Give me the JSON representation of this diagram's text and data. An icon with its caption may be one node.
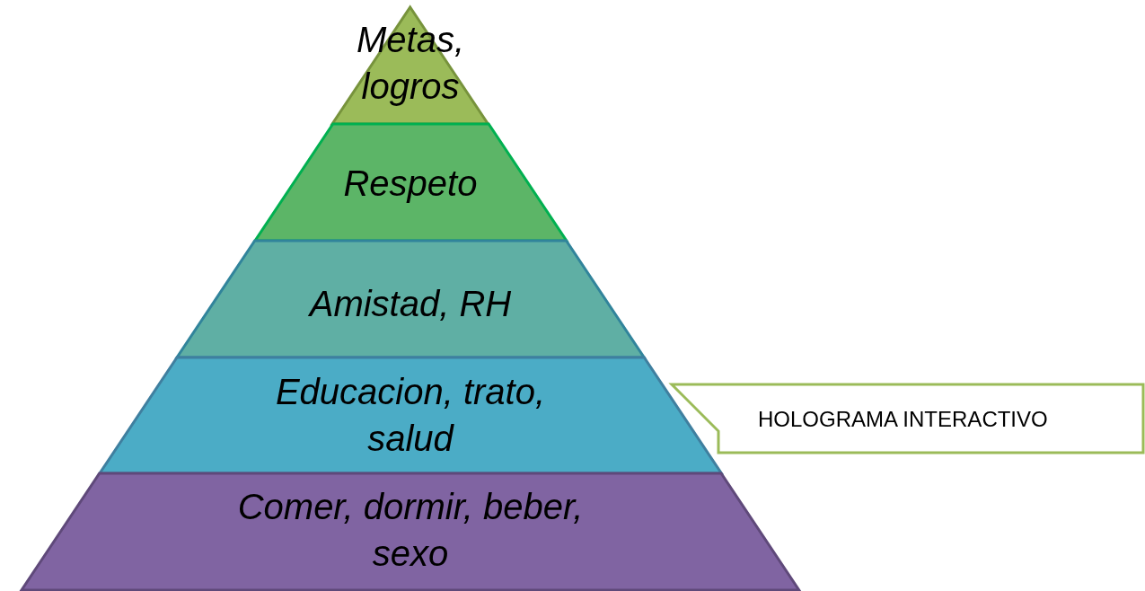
{
  "diagram": {
    "nodes": [
      {
        "text": [
          "Metas, logros"
        ]
      },
      {
        "text": [
          "Respeto"
        ]
      },
      {
        "text": [
          "Amistad, RH"
        ]
      },
      {
        "text": [
          "Educacion, trato, salud"
        ]
      },
      {
        "text": [
          "Comer, dormir, beber, sexo"
        ]
      },
      {
        "text": [
          "HOLOGRAMA INTERACTIVO"
        ]
      }
    ]
  }
}
